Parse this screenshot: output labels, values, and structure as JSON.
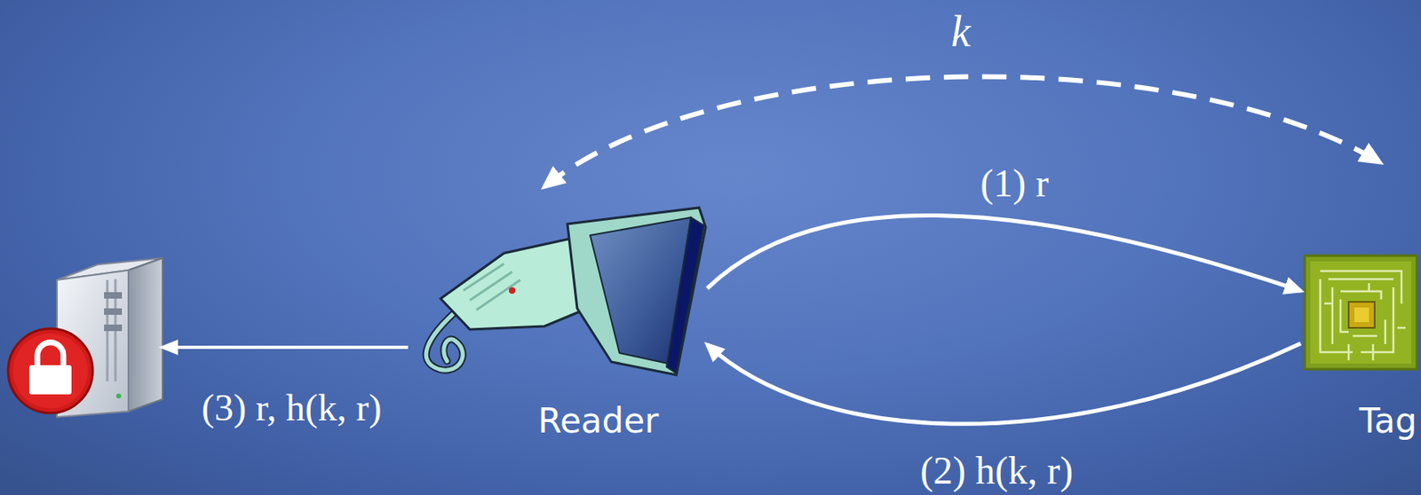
{
  "diagram": {
    "nodes": [
      {
        "text": [
          "Reader"
        ]
      },
      {
        "text": [
          "Tag"
        ]
      }
    ],
    "edges": [
      {
        "from": 0,
        "to": 1,
        "arrow": "both",
        "label": "k"
      },
      {
        "from": 0,
        "to": 1,
        "arrow": "to",
        "label": "(1) r"
      },
      {
        "from": 1,
        "to": 0,
        "arrow": "to",
        "label": "(2) h(k, r)"
      }
    ],
    "labels": [
      "(3) r, h(k, r)"
    ]
  }
}
